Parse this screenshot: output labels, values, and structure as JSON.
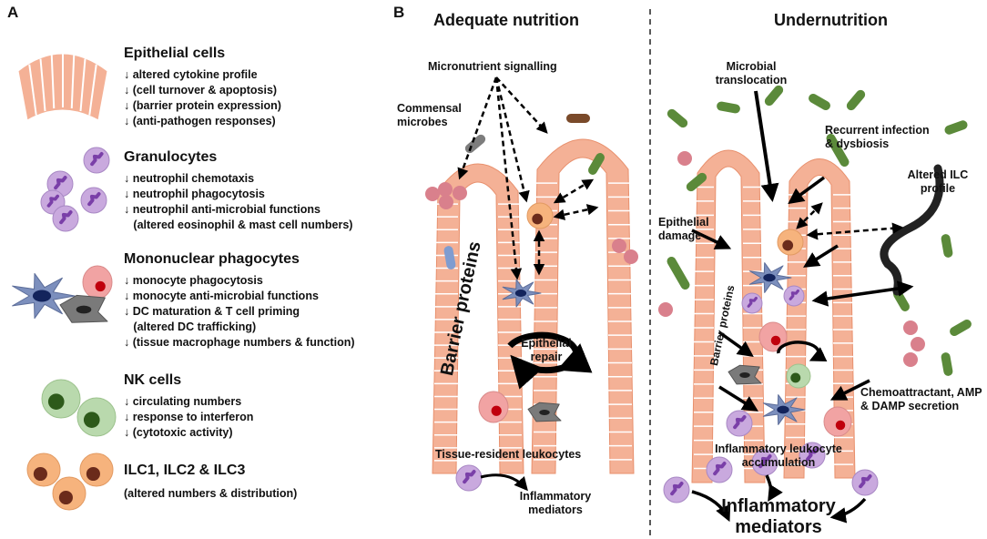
{
  "panelA": {
    "letter": "A",
    "sections": [
      {
        "title": "Epithelial cells",
        "lines": [
          "↓ altered cytokine profile",
          "↓ (cell turnover & apoptosis)",
          "↓ (barrier protein expression)",
          "↓ (anti-pathogen responses)"
        ]
      },
      {
        "title": "Granulocytes",
        "lines": [
          "↓ neutrophil chemotaxis",
          "↓ neutrophil phagocytosis",
          "↓ neutrophil anti-microbial functions",
          "   (altered eosinophil & mast cell numbers)"
        ]
      },
      {
        "title": "Mononuclear phagocytes",
        "lines": [
          "↓ monocyte phagocytosis",
          "↓ monocyte anti-microbial functions",
          "↓ DC maturation & T cell priming",
          "   (altered DC trafficking)",
          "↓ (tissue macrophage numbers & function)"
        ]
      },
      {
        "title": "NK cells",
        "lines": [
          "↓ circulating numbers",
          "↓ response to interferon",
          "↓ (cytotoxic activity)"
        ]
      },
      {
        "title": "ILC1, ILC2 & ILC3",
        "lines": [
          "(altered numbers & distribution)"
        ]
      }
    ]
  },
  "panelB": {
    "letter": "B",
    "left": {
      "title": "Adequate nutrition",
      "micronutrient": "Micronutrient signalling",
      "commensal": [
        "Commensal",
        "microbes"
      ],
      "barrier": "Barrier proteins",
      "repair": [
        "Epithelial",
        "repair"
      ],
      "resident": "Tissue-resident leukocytes",
      "mediators": [
        "Inflammatory",
        "mediators"
      ]
    },
    "right": {
      "title": "Undernutrition",
      "translocation": [
        "Microbial",
        "translocation"
      ],
      "infection": [
        "Recurrent infection",
        "& dysbiosis"
      ],
      "ilc": [
        "Altered ILC",
        "profile"
      ],
      "damage": [
        "Epithelial",
        "damage"
      ],
      "barrier": "Barrier proteins",
      "chemo": [
        "Chemoattractant, AMP",
        "& DAMP secretion"
      ],
      "accum": [
        "Inflammatory leukocyte",
        "accumulation"
      ],
      "mediators": [
        "Inflammatory",
        "mediators"
      ]
    }
  },
  "colors": {
    "epithelium": "#f4b196",
    "epithelium_stroke": "#e8906d",
    "granulocyte": "#c9a9de",
    "granulocyte_nucleus": "#7a3fa8",
    "dc": "#7c8fbd",
    "macrophage": "#7a7a7a",
    "monocyte": "#f1a3a3",
    "monocyte_nucleus": "#c0000d",
    "nk": "#b9d9ad",
    "nk_nucleus": "#2d5a1a",
    "ilc": "#f6b37d",
    "ilc_nucleus": "#6b2b1b",
    "microbe_green": "#5b8a3a",
    "microbe_pink": "#d9808c"
  }
}
